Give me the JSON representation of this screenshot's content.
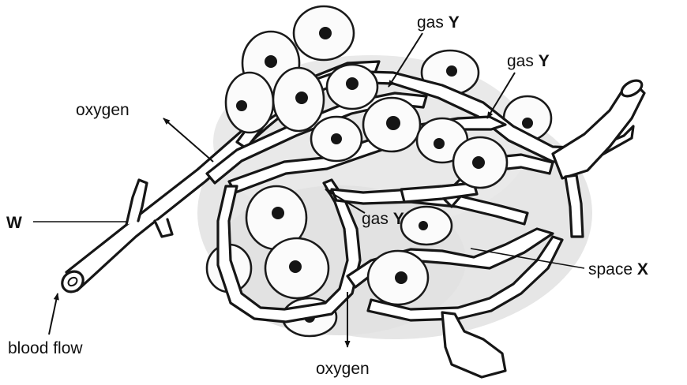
{
  "labels": {
    "gas": "gas",
    "y": "Y",
    "oxygen": "oxygen",
    "w": "W",
    "blood_flow": "blood flow",
    "space": "space",
    "x": "X"
  },
  "colors": {
    "line": "#161616",
    "shading": "#e4e4e4",
    "background": "#ffffff"
  }
}
